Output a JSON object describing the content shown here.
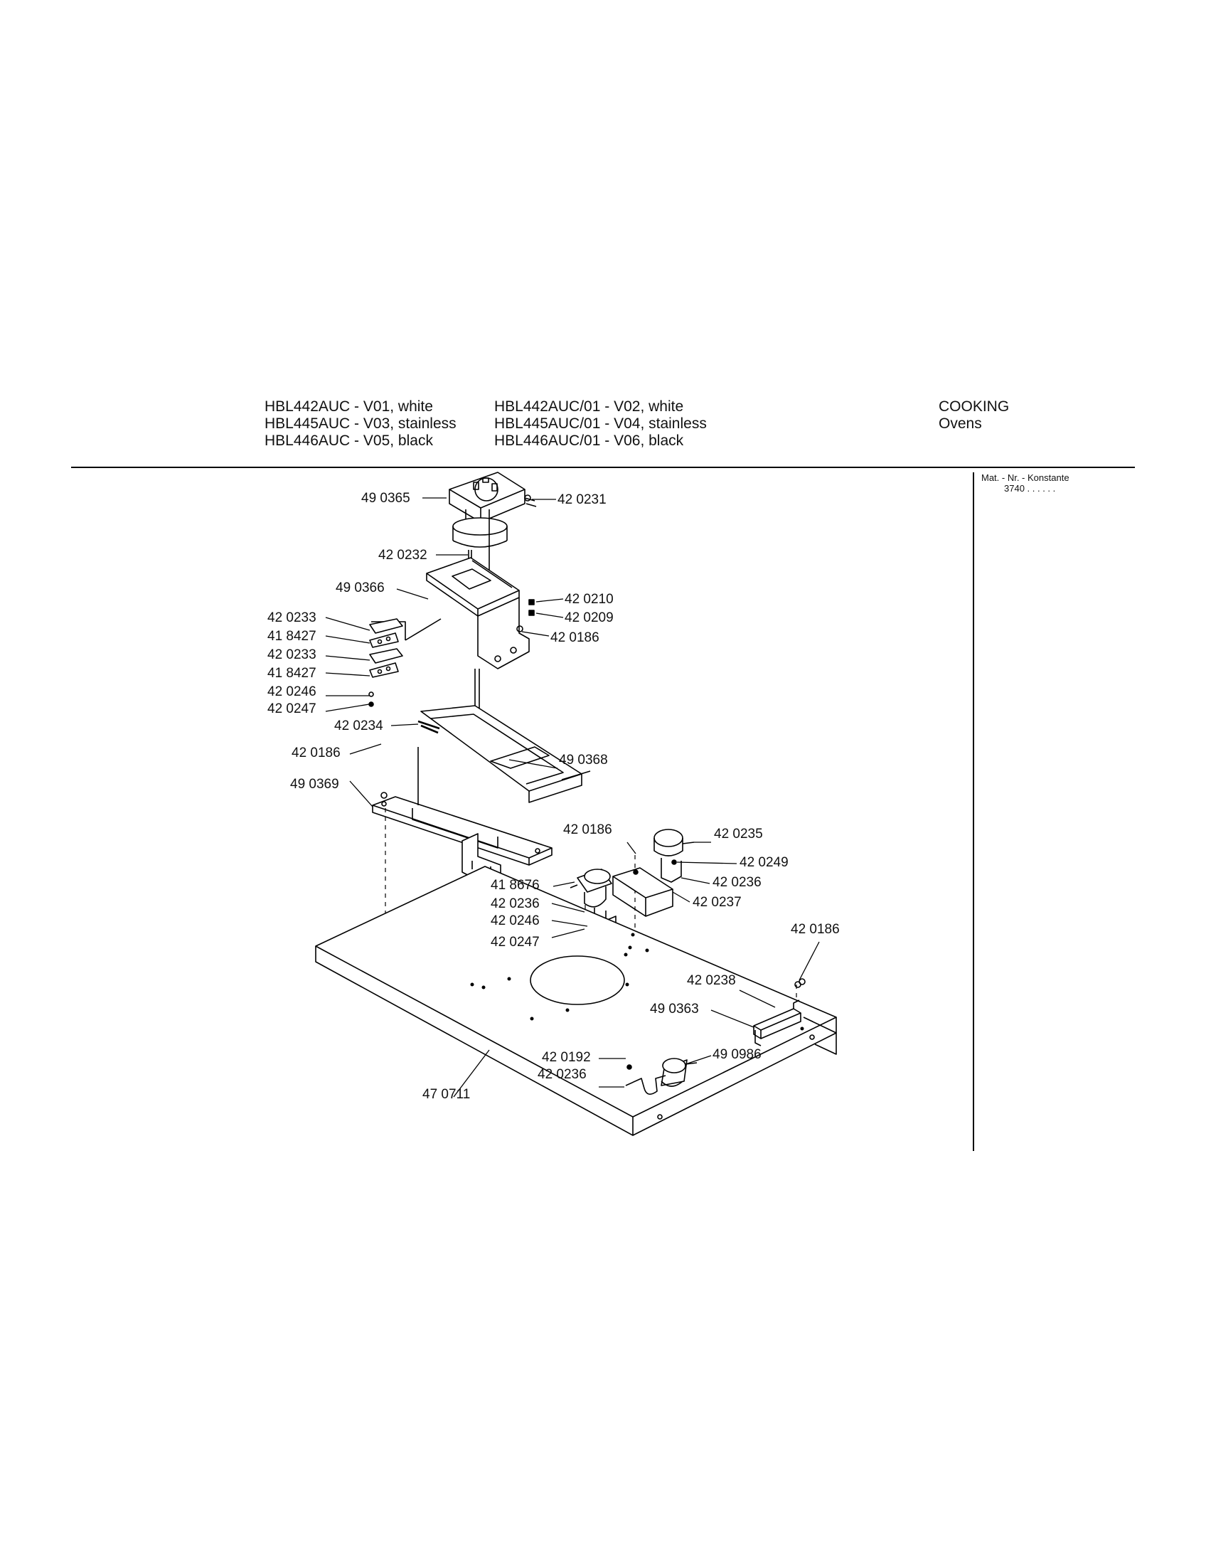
{
  "header": {
    "models_left": [
      "HBL442AUC - V01, white",
      "HBL445AUC - V03, stainless",
      "HBL446AUC - V05, black"
    ],
    "models_right": [
      "HBL442AUC/01 - V02, white",
      "HBL445AUC/01 - V04, stainless",
      "HBL446AUC/01 - V06, black"
    ],
    "category": [
      "COOKING",
      "Ovens"
    ]
  },
  "sidebar": {
    "mat_label": "Mat. - Nr. - Konstante",
    "mat_value": "3740 . . . . . ."
  },
  "callouts": [
    "49 0365",
    "42 0231",
    "42 0232",
    "49 0366",
    "42 0210",
    "42 0209",
    "42 0186",
    "42 0233",
    "41 8427",
    "42 0233",
    "41 8427",
    "42 0246",
    "42 0247",
    "42 0234",
    "42 0186",
    "49 0369",
    "49 0368",
    "42 0186",
    "42 0235",
    "42 0249",
    "41 8676",
    "42 0236",
    "42 0237",
    "42 0236",
    "42 0246",
    "42 0247",
    "42 0186",
    "42 0238",
    "49 0363",
    "42 0192",
    "49 0986",
    "42 0236",
    "47 0711"
  ]
}
